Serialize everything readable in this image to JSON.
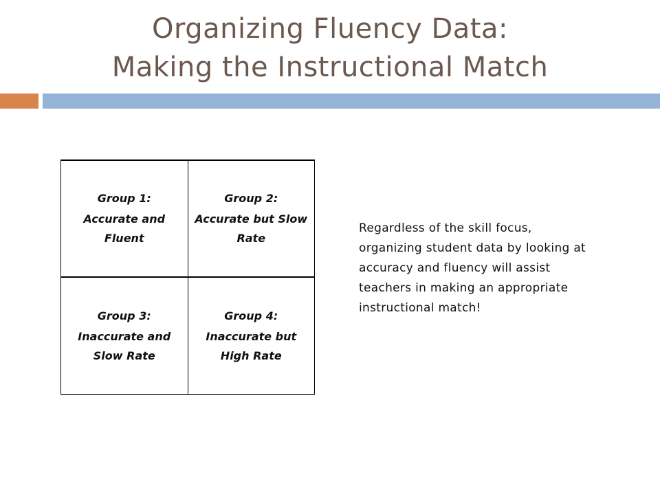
{
  "title": {
    "line1": "Organizing Fluency Data:",
    "line2": "Making the Instructional Match"
  },
  "colors": {
    "title": "#6b584e",
    "accent_bar": "#d9844a",
    "main_bar": "#95b3d7"
  },
  "groups": [
    {
      "heading": "Group 1:",
      "description": "Accurate and Fluent"
    },
    {
      "heading": "Group 2:",
      "description": "Accurate but Slow Rate"
    },
    {
      "heading": "Group 3:",
      "description": "Inaccurate and Slow Rate"
    },
    {
      "heading": "Group 4:",
      "description": "Inaccurate but High Rate"
    }
  ],
  "side_note": "Regardless of the skill focus, organizing student data by looking at accuracy and fluency will assist teachers in making an appropriate instructional match!"
}
